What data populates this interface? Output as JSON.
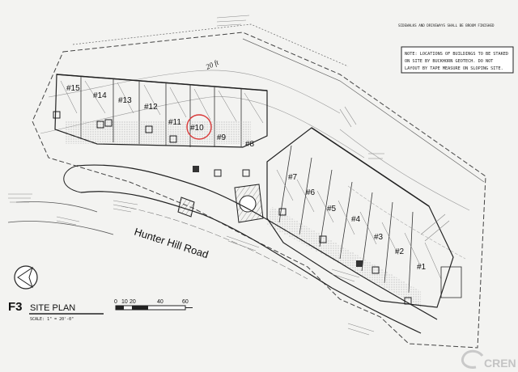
{
  "road": {
    "name": "Hunter Hill Road"
  },
  "lots_upper": [
    {
      "label": "#15"
    },
    {
      "label": "#14"
    },
    {
      "label": "#13"
    },
    {
      "label": "#12"
    },
    {
      "label": "#11"
    },
    {
      "label": "#10"
    },
    {
      "label": "#9"
    },
    {
      "label": "#8"
    }
  ],
  "lots_lower": [
    {
      "label": "#7"
    },
    {
      "label": "#6"
    },
    {
      "label": "#5"
    },
    {
      "label": "#4"
    },
    {
      "label": "#3"
    },
    {
      "label": "#2"
    },
    {
      "label": "#1"
    }
  ],
  "highlighted_lot": "#10",
  "highlight_color": "#d93a3a",
  "note": {
    "lines": [
      "NOTE: LOCATIONS OF BUILDINGS TO BE STAKED",
      "ON SITE BY BUCKHORN GEOTECH. DO NOT",
      "LAYOUT BY TAPE MEASURE ON SLOPING SITE."
    ]
  },
  "top_note": "SIDEWALKS AND DRIVEWAYS SHALL BE BROOM FINISHED",
  "sheet": {
    "id": "F3",
    "title": "SITE PLAN",
    "scale": "SCALE: 1\" = 20'-0\"",
    "scale_ticks": [
      "0",
      "10",
      "20",
      "40",
      "60"
    ]
  },
  "watermark": "CREN",
  "north_icon": "north-arrow-icon"
}
